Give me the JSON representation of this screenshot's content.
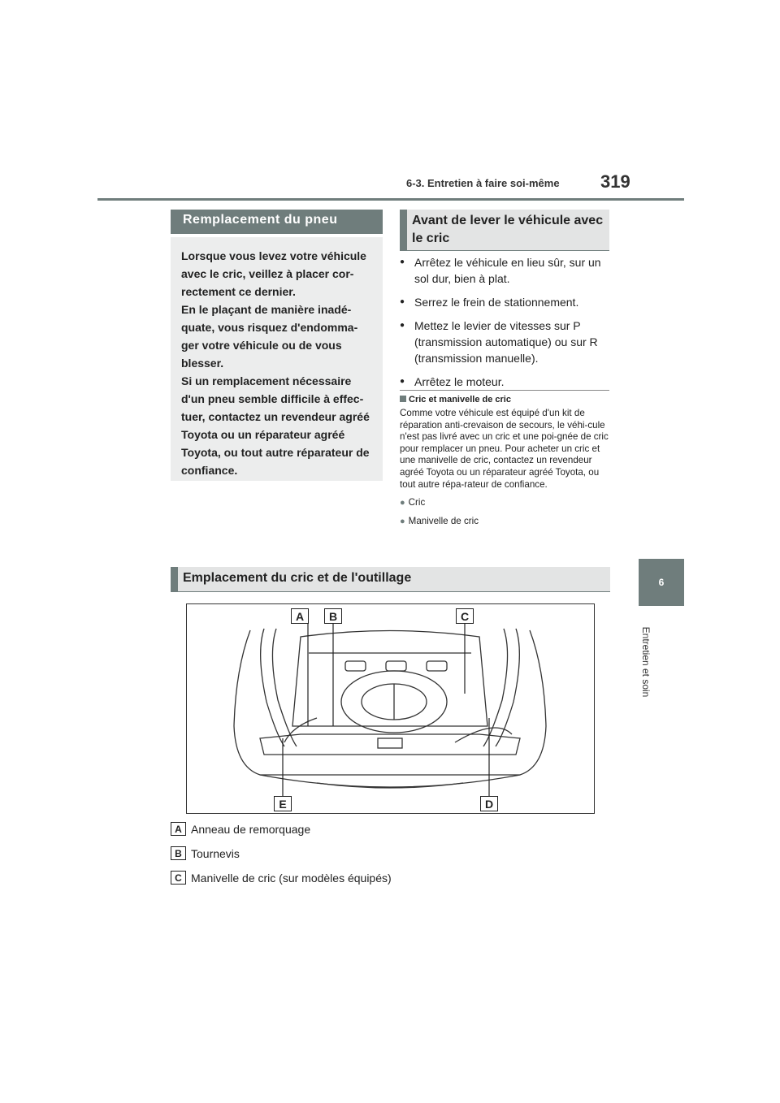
{
  "header": {
    "section": "6-3. Entretien à faire soi-même",
    "page_number": "319"
  },
  "side_tab": {
    "chapter_number": "6",
    "chapter_title": "Entretien et soin"
  },
  "warning_box": {
    "title": "Remplacement du pneu",
    "lines": [
      "Lorsque vous levez votre véhicule",
      "avec le cric, veillez à placer cor-",
      "rectement ce dernier.",
      "En le plaçant de manière inadé-",
      "quate, vous risquez d'endomma-",
      "ger votre véhicule ou de vous",
      "blesser.",
      "Si un remplacement nécessaire",
      "d'un pneu semble difficile à effec-",
      "tuer, contactez un revendeur agréé",
      "Toyota ou un réparateur agréé",
      "Toyota, ou tout autre réparateur de",
      "confiance."
    ]
  },
  "before_lift": {
    "title_line1": "Avant de lever le véhicule avec",
    "title_line2": "le cric",
    "bullets": [
      "Arrêtez le véhicule en lieu sûr, sur un sol dur, bien à plat.",
      "Serrez le frein de stationnement.",
      "Mettez le levier de vitesses sur P (transmission automatique) ou sur R (transmission manuelle).",
      "Arrêtez le moteur."
    ]
  },
  "note": {
    "heading": "Cric et manivelle de cric",
    "body": "Comme votre véhicule est équipé d'un kit de réparation anti-crevaison de secours, le véhi-cule n'est pas livré avec un cric et une poi-gnée de cric pour remplacer un pneu. Pour acheter un cric et une manivelle de cric, contactez un revendeur agréé Toyota ou un réparateur agréé Toyota, ou tout autre répa-rateur de confiance.",
    "items": [
      "Cric",
      "Manivelle de cric"
    ]
  },
  "location": {
    "title": "Emplacement du cric et de l'outillage",
    "figure_labels": [
      "A",
      "B",
      "C",
      "D",
      "E"
    ],
    "legend": [
      {
        "key": "A",
        "text": "Anneau de remorquage"
      },
      {
        "key": "B",
        "text": "Tournevis"
      },
      {
        "key": "C",
        "text": "Manivelle de cric (sur modèles équipés)"
      }
    ]
  },
  "colors": {
    "accent": "#6f7d7c",
    "box_bg": "#eceded",
    "title_bg": "#e3e4e4"
  }
}
